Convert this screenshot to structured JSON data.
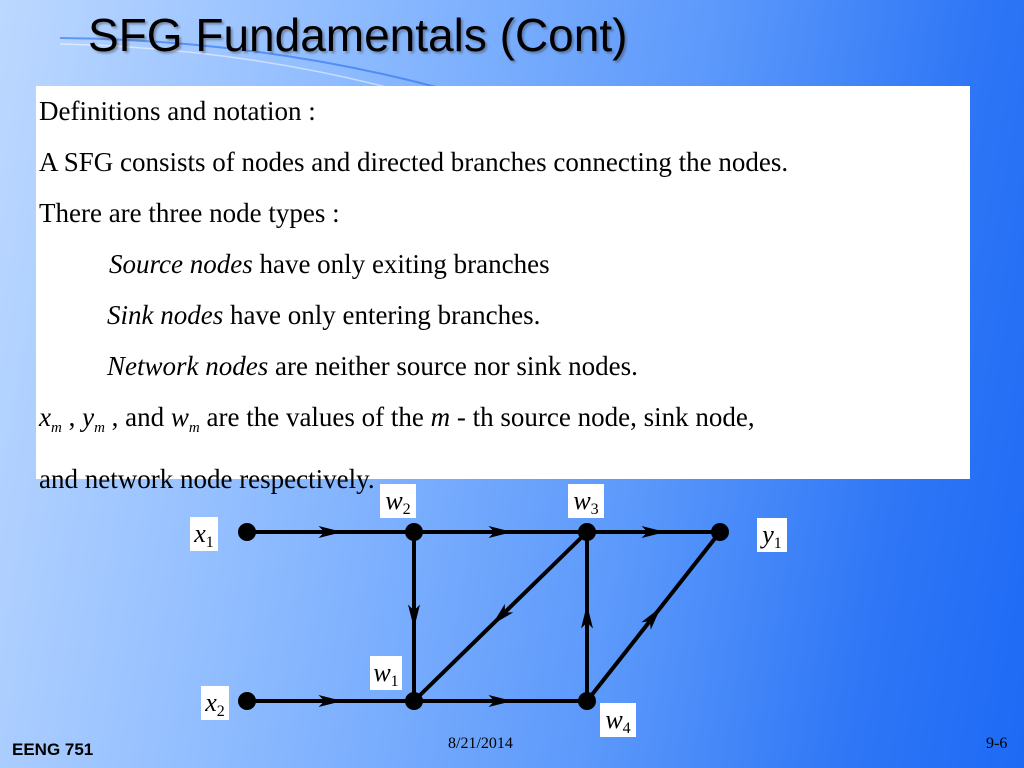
{
  "slide": {
    "title": "SFG Fundamentals (Cont)",
    "footer_left": "EENG 751",
    "footer_date": "8/21/2014",
    "footer_page": "9-6"
  },
  "text": {
    "line1": "Definitions and notation :",
    "line2": "A SFG consists of nodes and directed branches connecting the nodes.",
    "line3": "There are three node types :",
    "source_em": "Source nodes",
    "source_rest": " have only exiting branches",
    "sink_em": "Sink nodes",
    "sink_rest": " have only entering branches.",
    "network_em": "Network nodes",
    "network_rest": " are neither source nor sink nodes.",
    "vars": {
      "x": "x",
      "y": "y",
      "w": "w",
      "m": "m",
      "sub": "m",
      "sep1": " , ",
      "sep2": " , and ",
      "mid": " are the values of the ",
      "end": " - th source node, sink node,"
    },
    "line8": "and network node respectively."
  },
  "diagram": {
    "nodes": [
      {
        "id": "x1",
        "var": "x",
        "sub": "1"
      },
      {
        "id": "x2",
        "var": "x",
        "sub": "2"
      },
      {
        "id": "w1",
        "var": "w",
        "sub": "1"
      },
      {
        "id": "w2",
        "var": "w",
        "sub": "2"
      },
      {
        "id": "w3",
        "var": "w",
        "sub": "3"
      },
      {
        "id": "w4",
        "var": "w",
        "sub": "4"
      },
      {
        "id": "y1",
        "var": "y",
        "sub": "1"
      }
    ],
    "branches": [
      {
        "from": "x1",
        "to": "w2"
      },
      {
        "from": "w2",
        "to": "w3"
      },
      {
        "from": "w3",
        "to": "y1"
      },
      {
        "from": "w2",
        "to": "w1"
      },
      {
        "from": "w3",
        "to": "w1"
      },
      {
        "from": "x2",
        "to": "w1"
      },
      {
        "from": "w1",
        "to": "w4"
      },
      {
        "from": "w4",
        "to": "w3"
      },
      {
        "from": "w4",
        "to": "y1"
      }
    ]
  }
}
